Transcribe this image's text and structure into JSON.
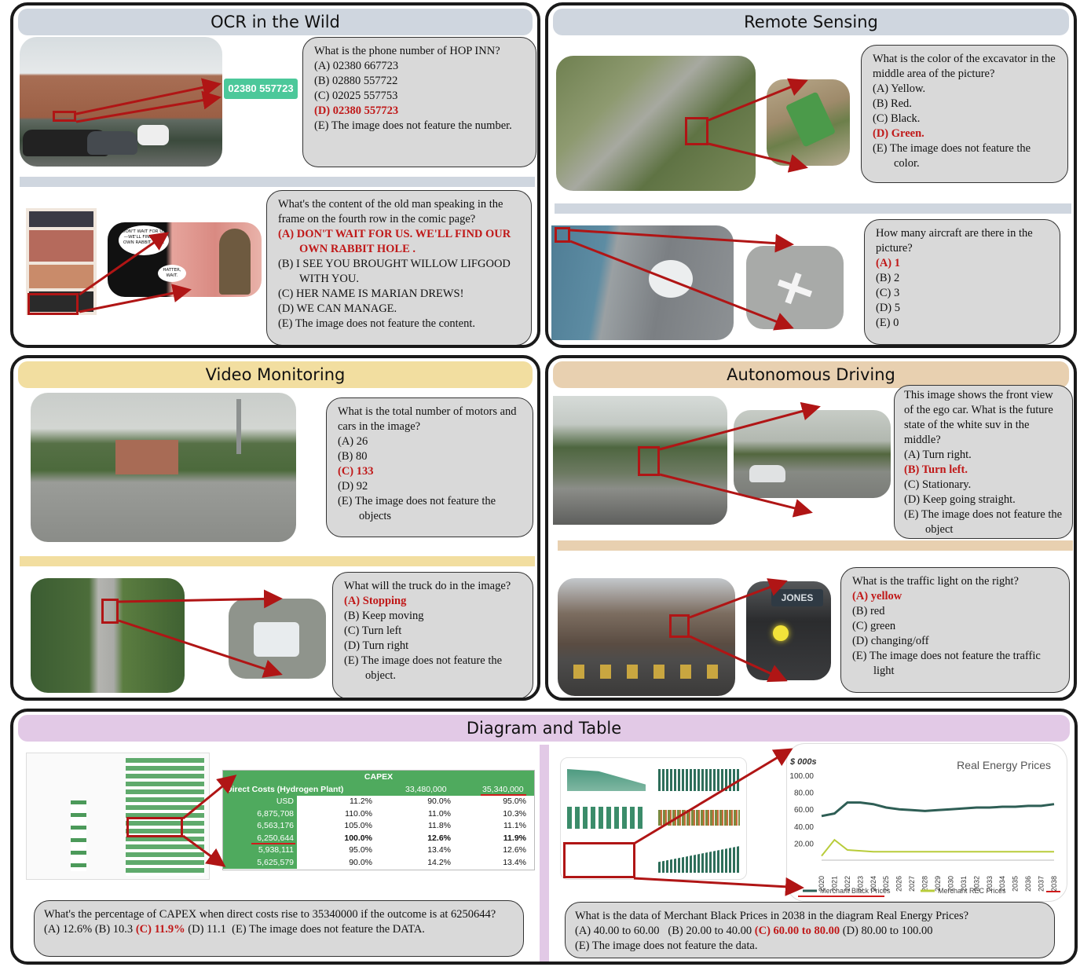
{
  "colors": {
    "answer": "#c01818",
    "arrow": "#b01515",
    "ocr_title": "#cfd6df",
    "rs_title": "#cfd6df",
    "video_title": "#f2dea0",
    "driving_title": "#e8d0b0",
    "diagram_title": "#e2c9e6"
  },
  "ocr": {
    "title": "OCR in the Wild",
    "phone_crop": "02380 557723",
    "q1": {
      "question": "What is the phone number of HOP INN?",
      "options": [
        "(A) 02380 667723",
        "(B) 02880 557722",
        "(C) 02025 557753",
        "(D) 02380 557723",
        "(E) The image does not feature the number."
      ],
      "answer_index": 3
    },
    "comic_bubble1": "DON'T WAIT FOR US—WE'LL FIND OUR OWN RABBIT HOLE",
    "comic_bubble2": "HATTER, WAIT.",
    "q2": {
      "question": "What's the content of the old man speaking in the frame on the fourth row in the comic page?",
      "options": [
        "(A) DON'T WAIT FOR US. WE'LL FIND OUR OWN RABBIT HOLE .",
        "(B) I SEE YOU BROUGHT WILLOW LIFGOOD WITH YOU.",
        "(C) HER NAME IS MARIAN DREWS!",
        "(D) WE CAN MANAGE.",
        "(E) The image does not feature the content."
      ],
      "answer_index": 0
    }
  },
  "remote": {
    "title": "Remote Sensing",
    "q1": {
      "question": "What is the color of the excavator in the middle area of the picture?",
      "options": [
        "(A) Yellow.",
        "(B) Red.",
        "(C) Black.",
        "(D) Green.",
        "(E) The image does not feature the color."
      ],
      "answer_index": 3
    },
    "q2": {
      "question": "How many aircraft are there in the picture?",
      "options": [
        "(A) 1",
        "(B) 2",
        "(C) 3",
        "(D) 5",
        "(E) 0"
      ],
      "answer_index": 0
    }
  },
  "video": {
    "title": "Video Monitoring",
    "q1": {
      "question": "What is the total number of motors and cars in the image?",
      "options": [
        "(A) 26",
        "(B) 80",
        "(C) 133",
        "(D) 92",
        "(E) The image does not feature the objects"
      ],
      "answer_index": 2
    },
    "q2": {
      "question": "What will the truck do in the image?",
      "options": [
        "(A) Stopping",
        "(B) Keep moving",
        "(C) Turn left",
        "(D) Turn right",
        "(E) The image does not feature the object."
      ],
      "answer_index": 0
    }
  },
  "driving": {
    "title": "Autonomous Driving",
    "q1": {
      "question": "This image shows the front view of the ego car. What is the future state of the white suv in the middle?",
      "options": [
        "(A) Turn right.",
        "(B) Turn left.",
        "(C) Stationary.",
        "(D) Keep going straight.",
        "(E) The image does not feature the object"
      ],
      "answer_index": 1
    },
    "sign": "JONES",
    "q2": {
      "question": "What is the traffic light on the right?",
      "options": [
        "(A) yellow",
        "(B)  red",
        "(C) green",
        "(D) changing/off",
        "(E) The image does not feature the traffic light"
      ],
      "answer_index": 0
    }
  },
  "diagram": {
    "title": "Diagram and Table",
    "table": {
      "title": "CAPEX",
      "header_label": "Direct Costs  (Hydrogen Plant)",
      "header_vals": [
        "33,480,000",
        "35,340,000"
      ],
      "rows": [
        [
          "USD",
          "11.2%",
          "90.0%",
          "95.0%"
        ],
        [
          "6,875,708",
          "110.0%",
          "11.0%",
          "10.3%"
        ],
        [
          "6,563,176",
          "105.0%",
          "11.8%",
          "11.1%"
        ],
        [
          "6,250,644",
          "100.0%",
          "12.6%",
          "11.9%"
        ],
        [
          "5,938,111",
          "95.0%",
          "13.4%",
          "12.6%"
        ],
        [
          "5,625,579",
          "90.0%",
          "14.2%",
          "13.4%"
        ]
      ]
    },
    "q1": {
      "question": "What's the percentage of CAPEX when direct costs rise to 35340000 if the outcome is at 6250644?",
      "options": [
        "(A) 12.6%",
        "(B) 10.3",
        "(C) 11.9%",
        "(D) 11.1",
        "(E) The image does not feature the  DATA."
      ],
      "answer_index": 2
    },
    "chart_data": {
      "type": "line",
      "title": "Real Energy Prices",
      "ylabel": "$ 000s",
      "ylim": [
        0,
        100
      ],
      "yticks": [
        "100.00",
        "80.00",
        "60.00",
        "40.00",
        "20.00"
      ],
      "x": [
        "2020",
        "2021",
        "2022",
        "2023",
        "2024",
        "2025",
        "2026",
        "2027",
        "2028",
        "2029",
        "2030",
        "2031",
        "2032",
        "2033",
        "2034",
        "2035",
        "2036",
        "2037",
        "2038"
      ],
      "series": [
        {
          "name": "Merchant Black Prices",
          "color": "#2e5e55",
          "values": [
            52,
            55,
            68,
            68,
            66,
            62,
            60,
            59,
            58,
            59,
            60,
            61,
            62,
            62,
            63,
            63,
            64,
            64,
            66
          ]
        },
        {
          "name": "Merchant REC Prices",
          "color": "#b8cc3a",
          "values": [
            5,
            24,
            12,
            11,
            10,
            10,
            10,
            10,
            10,
            10,
            10,
            10,
            10,
            10,
            10,
            10,
            10,
            10,
            10
          ]
        }
      ]
    },
    "q2": {
      "question": "What is the data of Merchant Black Prices in 2038 in the diagram Real Energy Prices?",
      "options": [
        "(A) 40.00 to 60.00",
        "(B) 20.00 to 40.00",
        "(C) 60.00 to 80.00",
        "(D) 80.00 to 100.00",
        "(E) The image does not feature the data."
      ],
      "answer_index": 2
    }
  }
}
